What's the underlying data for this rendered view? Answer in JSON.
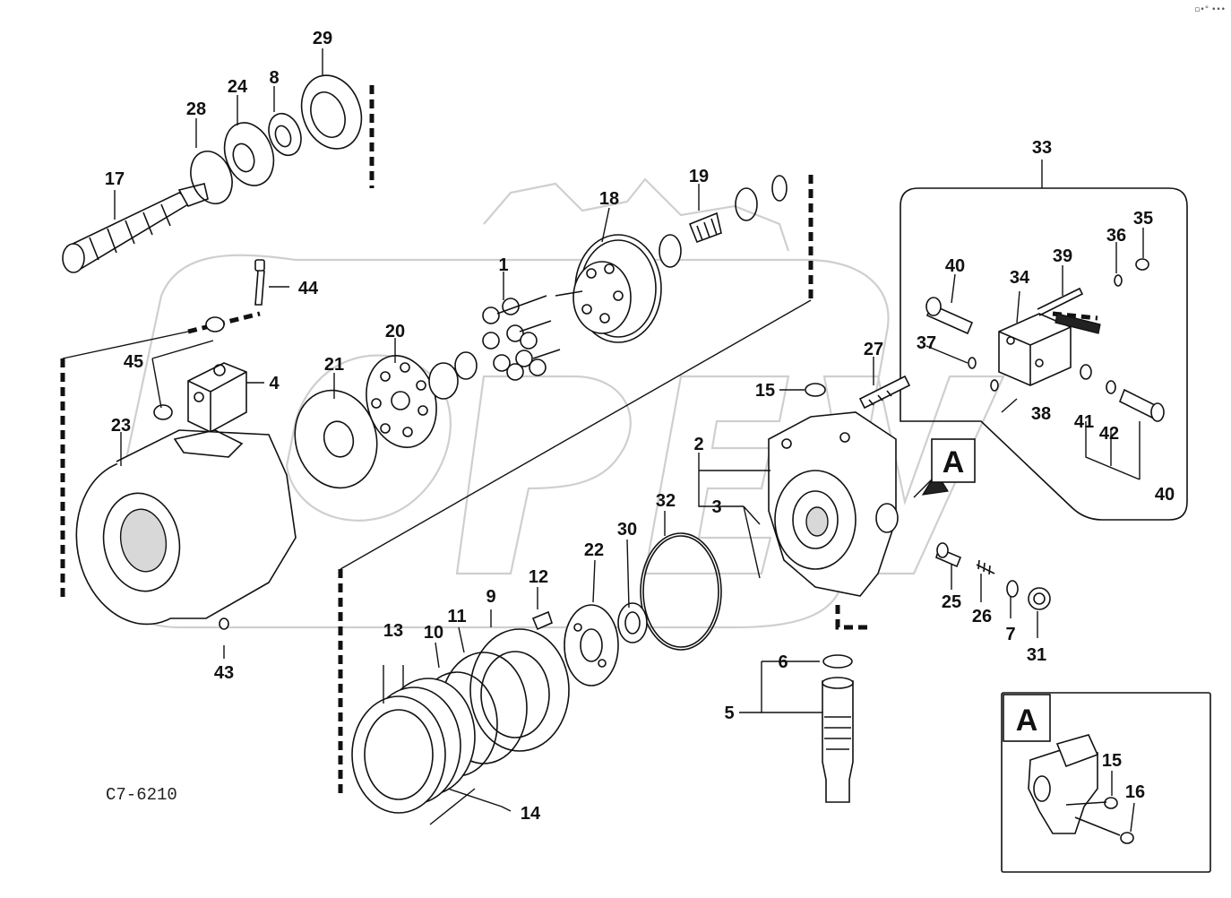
{
  "drawing_code": "C7-6210",
  "corner_mark": "▫•° •••",
  "callouts": {
    "c1": "1",
    "c2": "2",
    "c3": "3",
    "c4": "4",
    "c5": "5",
    "c6": "6",
    "c7": "7",
    "c8": "8",
    "c9": "9",
    "c10": "10",
    "c11": "11",
    "c12": "12",
    "c13": "13",
    "c14": "14",
    "c15": "15",
    "c16": "16",
    "c17": "17",
    "c18": "18",
    "c19": "19",
    "c20": "20",
    "c21": "21",
    "c22": "22",
    "c23": "23",
    "c24": "24",
    "c25": "25",
    "c26": "26",
    "c27": "27",
    "c28": "28",
    "c29": "29",
    "c30": "30",
    "c31": "31",
    "c32": "32",
    "c33": "33",
    "c34": "34",
    "c35": "35",
    "c36": "36",
    "c37": "37",
    "c38": "38",
    "c39": "39",
    "c40": "40",
    "c41": "41",
    "c42": "42",
    "c43": "43",
    "c44": "44",
    "c45": "45"
  },
  "inset": {
    "view_label": "A",
    "view_marker": "A",
    "c15": "15",
    "c16": "16"
  }
}
